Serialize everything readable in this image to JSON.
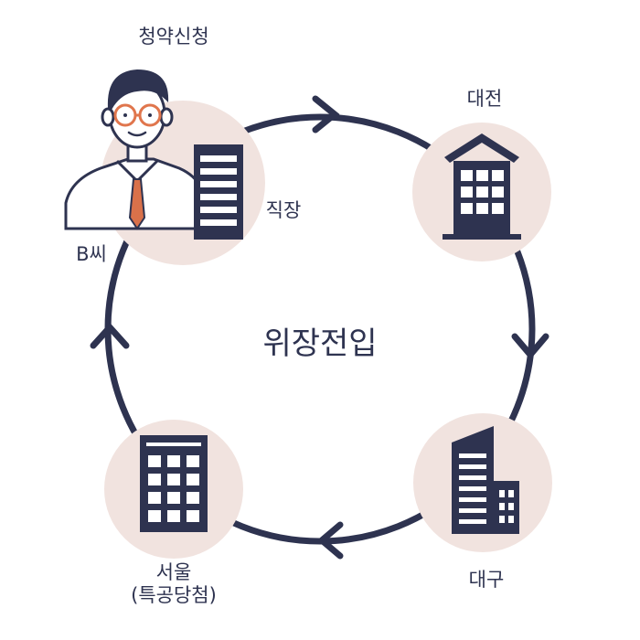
{
  "center": "위장전입",
  "labels": {
    "top": "청약신청",
    "daejeon": "대전",
    "work": "직장",
    "person": "B씨",
    "daegu": "대구",
    "seoul_line1": "서울",
    "seoul_line2": "(특공당첨)"
  },
  "colors": {
    "navy": "#2e3350",
    "circle_bg": "#f1e3df",
    "tie": "#d9714a",
    "glasses": "#e0764d"
  },
  "icons": [
    "person-icon",
    "office-building-icon",
    "house-icon",
    "tower-icon",
    "apartment-icon",
    "arrow-icon"
  ]
}
